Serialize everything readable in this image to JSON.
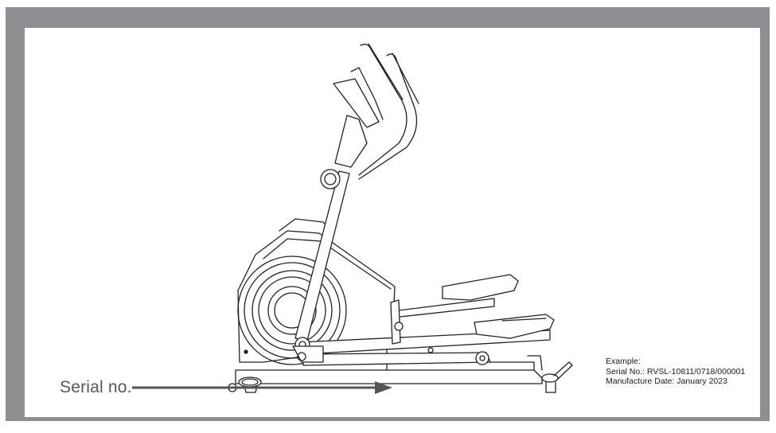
{
  "diagram": {
    "subject": "elliptical-cross-trainer-line-drawing",
    "frame_color": "#8f8f93",
    "background_color": "#ffffff"
  },
  "callout": {
    "label": "Serial no.",
    "arrow_color": "#555558"
  },
  "example_box": {
    "heading": "Example:",
    "serial_line": "Serial No.: RVSL-10811/0718/000001",
    "date_line": "Manufacture Date: January 2023"
  }
}
